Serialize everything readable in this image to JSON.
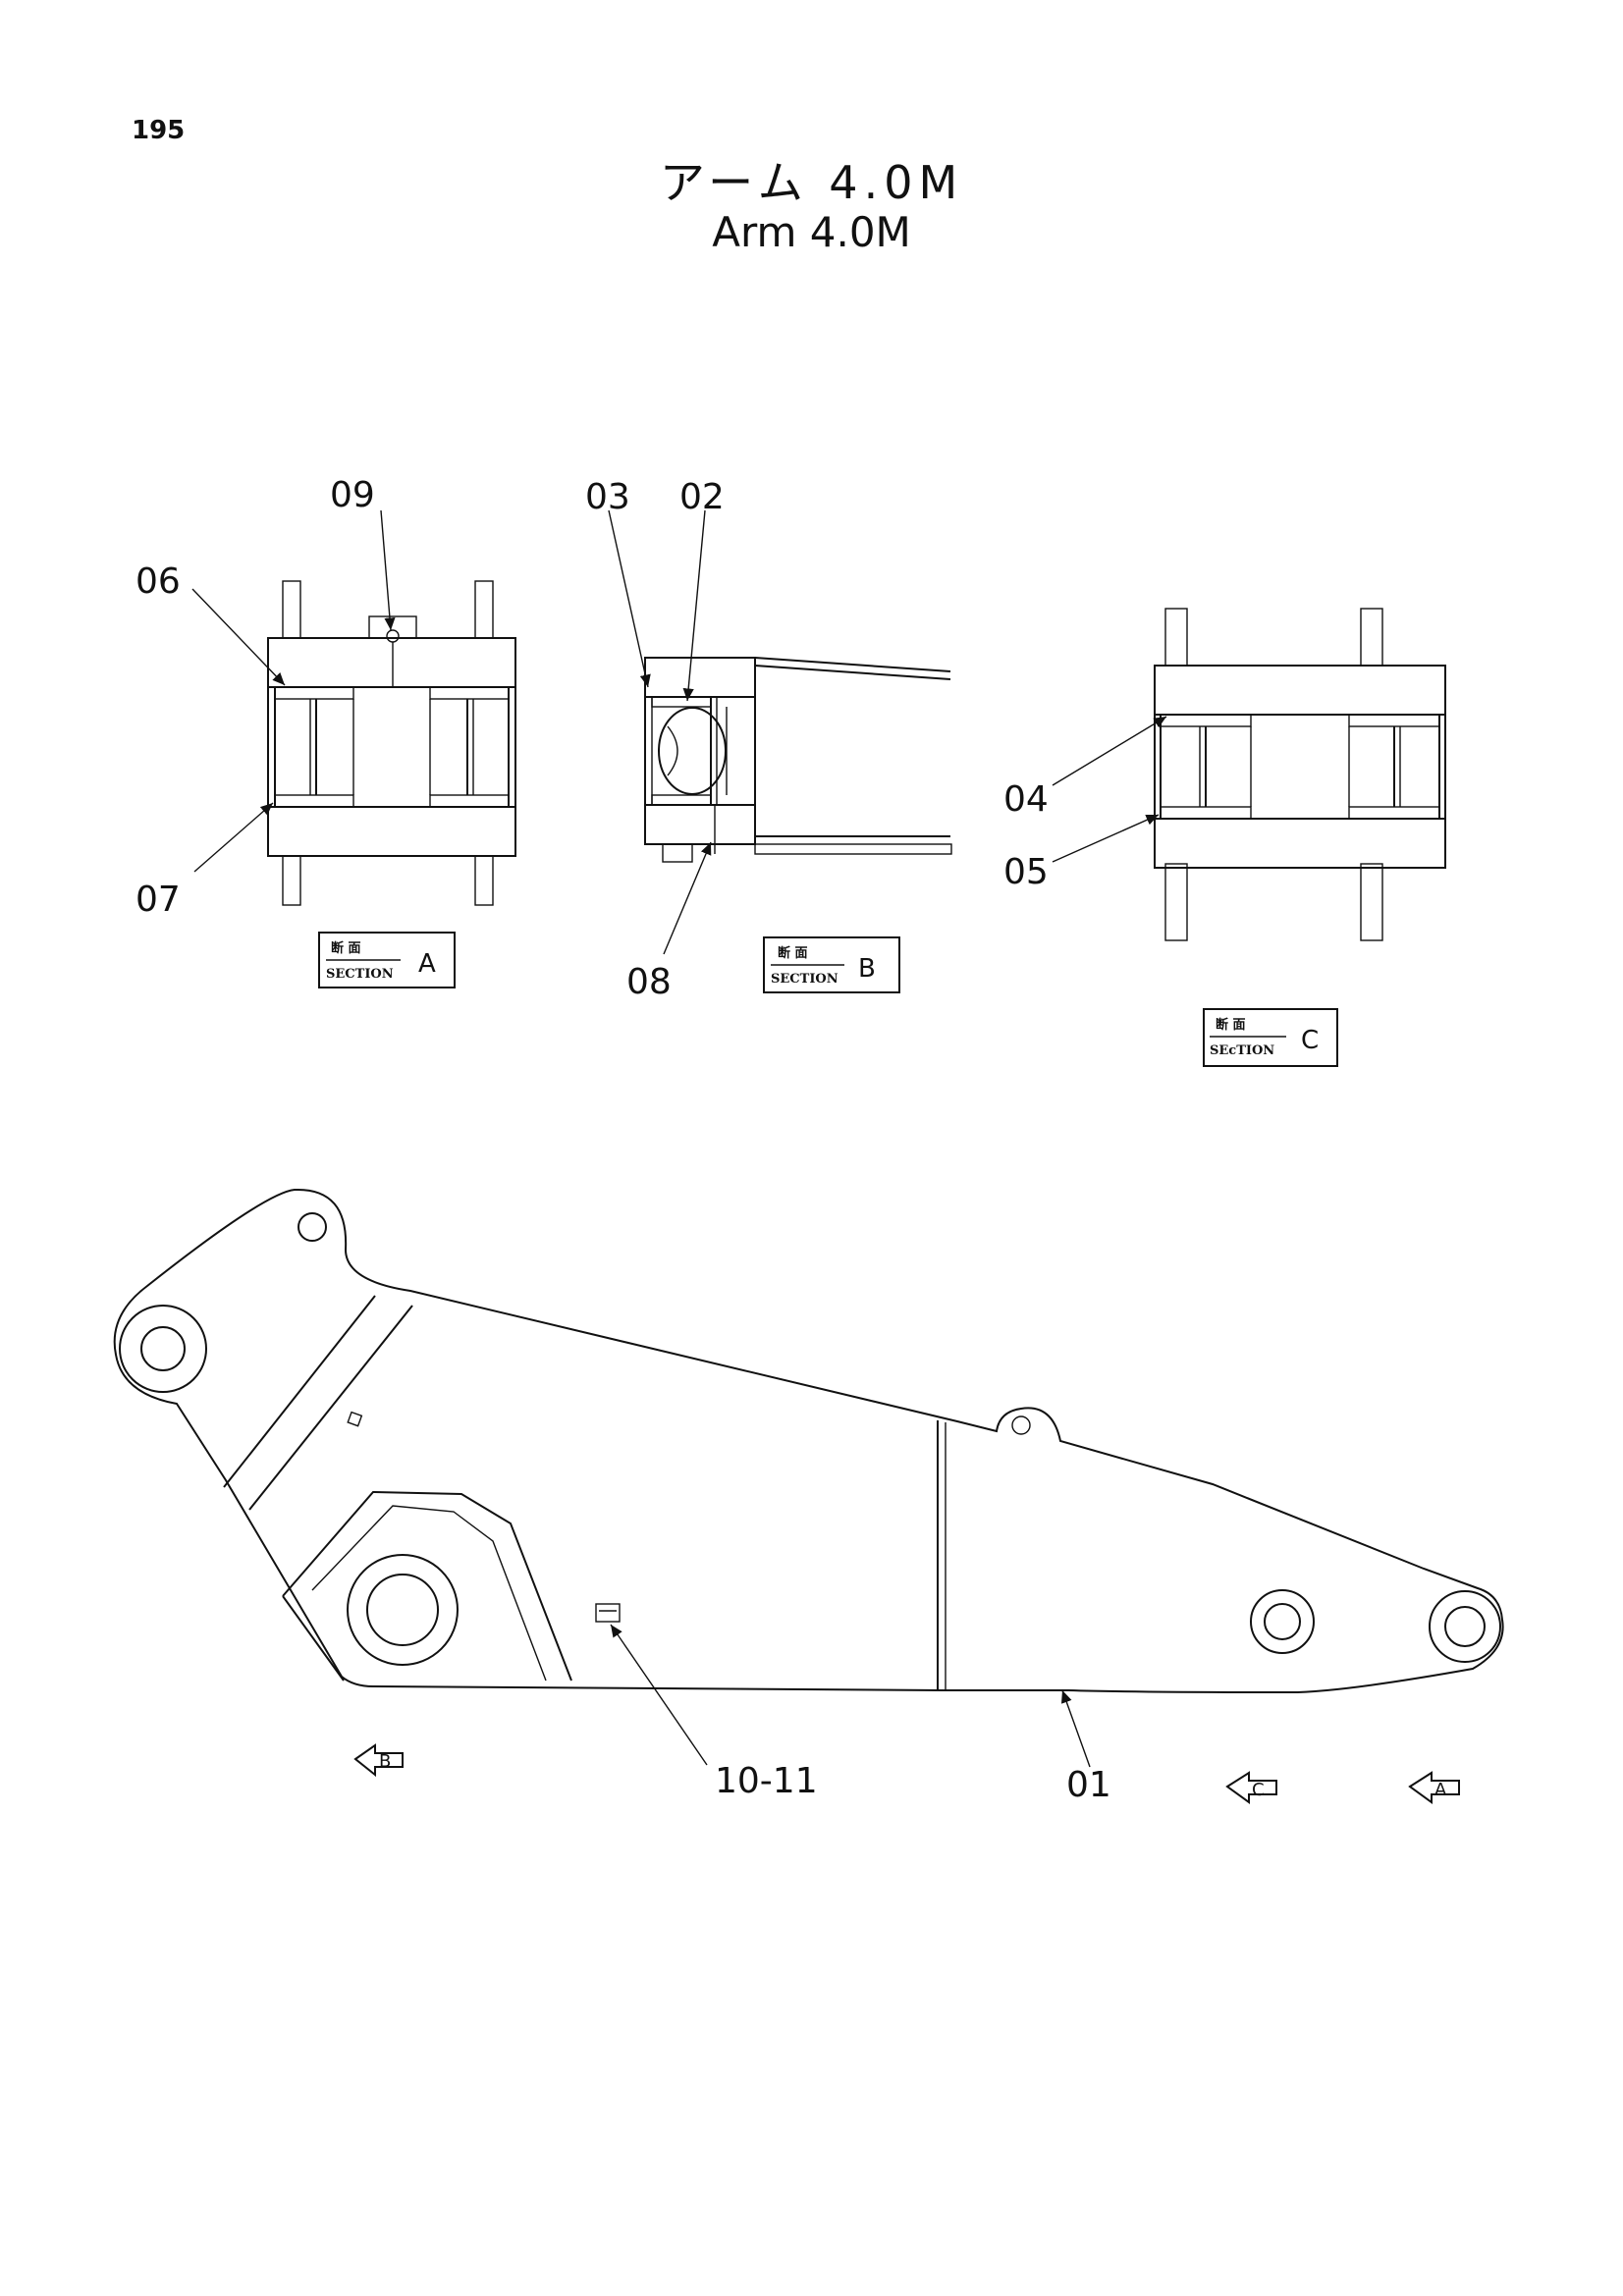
{
  "page_number": "195",
  "title_jp": "アーム 4.0M",
  "title_en": "Arm 4.0M",
  "section_label_jp": "断 面",
  "section_label_en": "SECTION",
  "sections": [
    {
      "letter": "A",
      "en": "SECTION"
    },
    {
      "letter": "B",
      "en": "SECTION"
    },
    {
      "letter": "C",
      "en": "SEcTION"
    }
  ],
  "part_labels": {
    "p01": "01",
    "p02": "02",
    "p03": "03",
    "p04": "04",
    "p05": "05",
    "p06": "06",
    "p07": "07",
    "p08": "08",
    "p09": "09",
    "p10_11": "10-11"
  },
  "view_arrows": {
    "b": "B",
    "c": "C",
    "a": "A"
  }
}
